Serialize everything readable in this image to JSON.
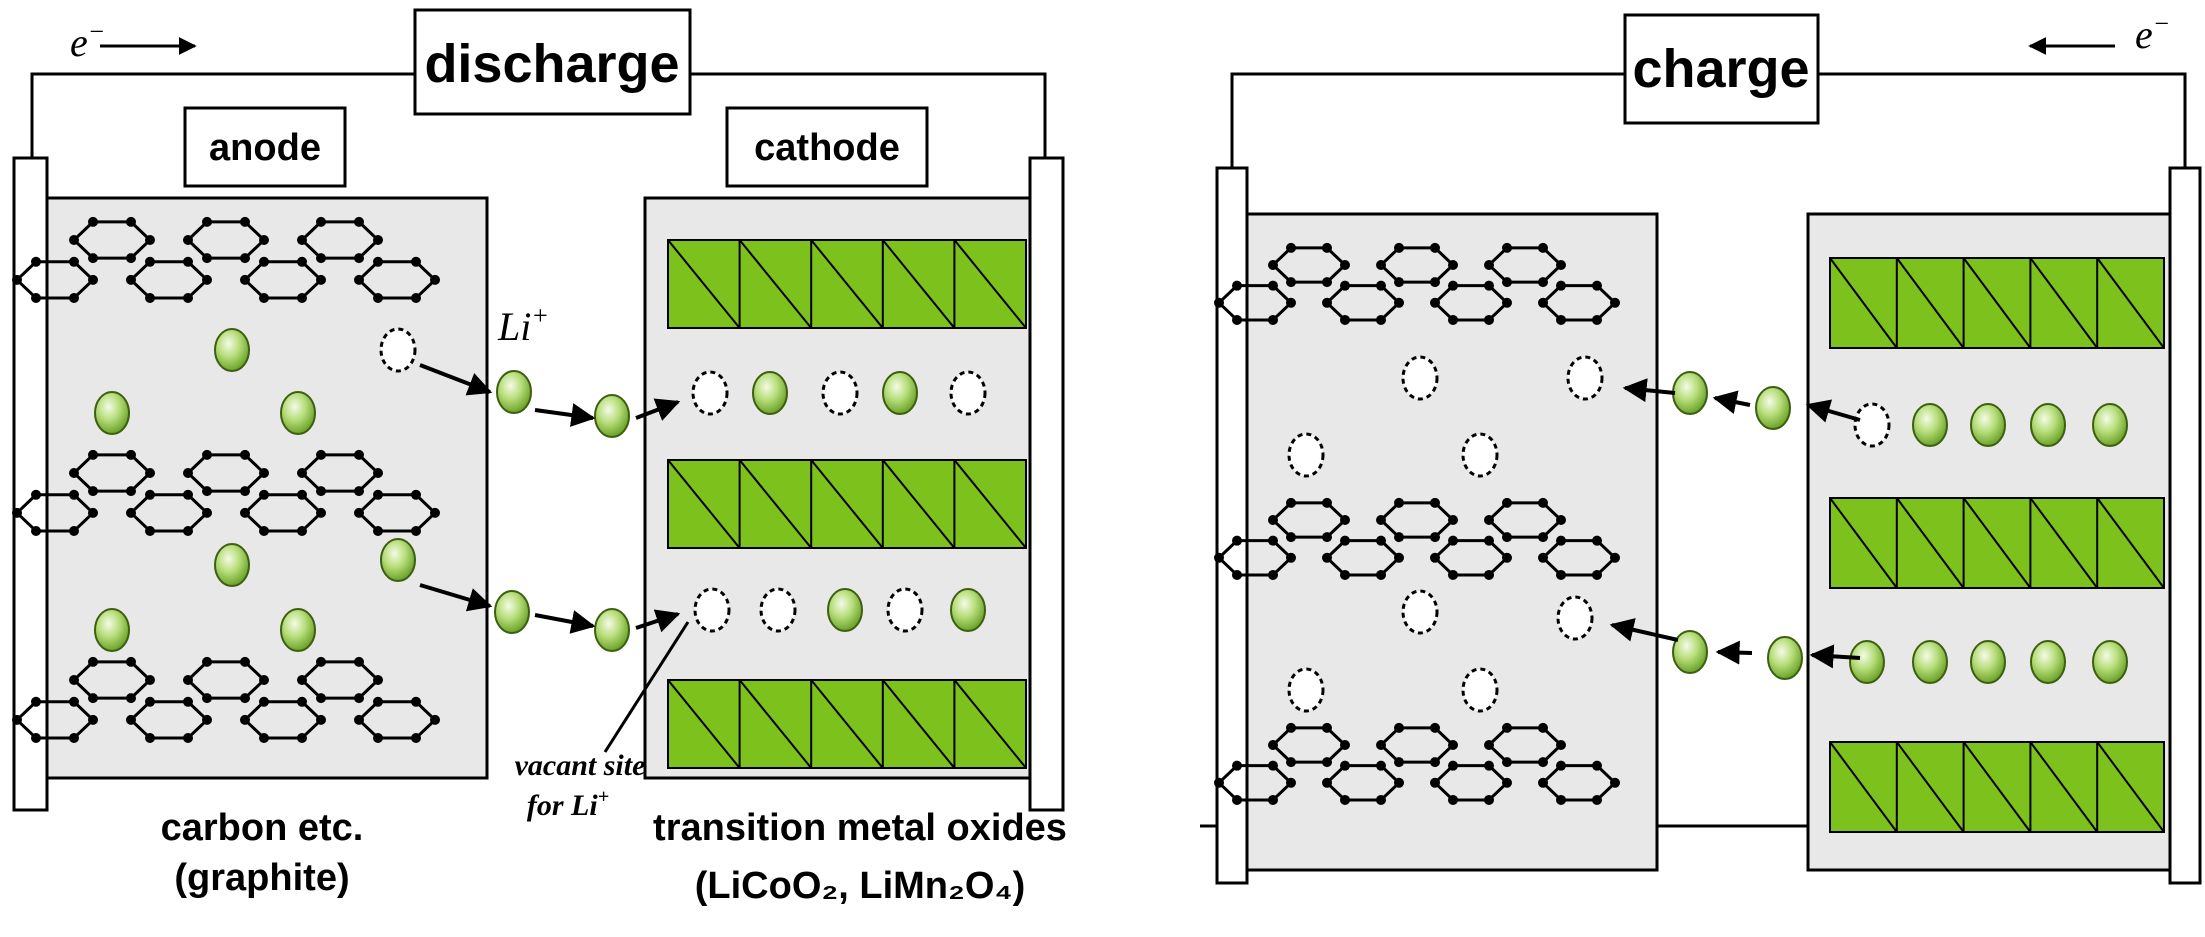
{
  "discharge": {
    "title": "discharge",
    "electron": "e",
    "electron_sup": "−",
    "anode_label": "anode",
    "cathode_label": "cathode",
    "ion_label": "Li",
    "ion_sup": "+",
    "vacant_line1": "vacant site",
    "vacant_line2": "for Li",
    "vacant_sup": "+",
    "anode_caption_1": "carbon etc.",
    "anode_caption_2": "(graphite)",
    "cathode_caption_1": "transition metal oxides",
    "cathode_caption_2": "(LiCoO₂, LiMn₂O₄)"
  },
  "charge": {
    "title": "charge",
    "electron": "e",
    "electron_sup": "−"
  },
  "colors": {
    "panel_fill": "#e8e8e8",
    "oxide_fill": "#7cc11c",
    "ion_fill": "#a9d66a",
    "line": "#000000"
  }
}
